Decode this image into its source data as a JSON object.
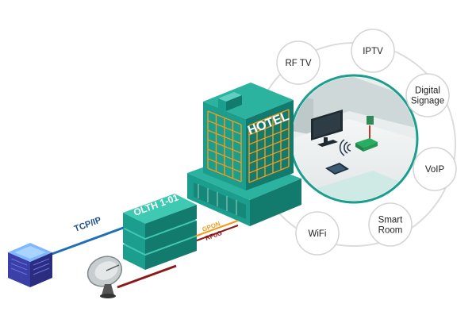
{
  "building": {
    "sign": "HOTEL"
  },
  "olt": {
    "label": "OLTH 1-01"
  },
  "links": {
    "tcpip": "TCP/IP",
    "gpon": "GPON",
    "rfog": "RFoG"
  },
  "services": [
    {
      "id": "rf-tv",
      "lines": [
        "RF TV"
      ]
    },
    {
      "id": "iptv",
      "lines": [
        "IPTV"
      ]
    },
    {
      "id": "digital-signage",
      "lines": [
        "Digital",
        "Signage"
      ]
    },
    {
      "id": "voip",
      "lines": [
        "VoIP"
      ]
    },
    {
      "id": "smart-room",
      "lines": [
        "Smart",
        "Room"
      ]
    },
    {
      "id": "wifi",
      "lines": [
        "WiFi"
      ]
    }
  ],
  "colors": {
    "teal": "#1b9e8e",
    "teal_dark": "#0f6f63",
    "orange": "#f29a1a",
    "ring": "#dcdcdc",
    "server": "#3b3fa8",
    "tcpip_line": "#1f6fb5",
    "rf_line": "#8b1a1a"
  }
}
